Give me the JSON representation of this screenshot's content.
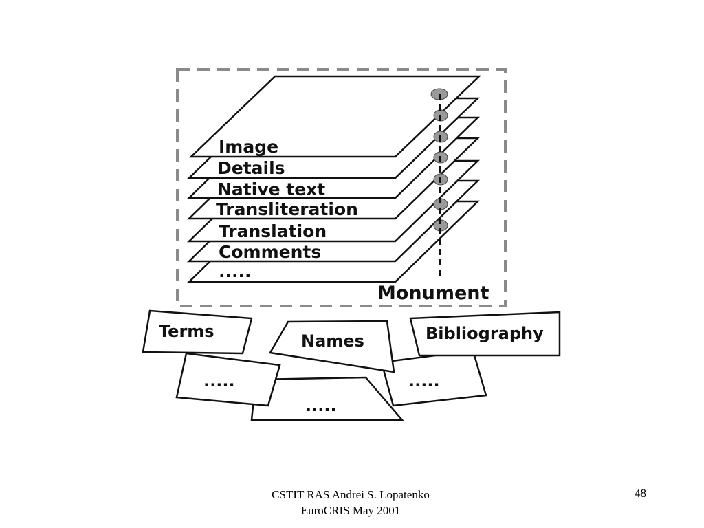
{
  "diagram": {
    "layers": [
      {
        "id": "image",
        "label": "Image"
      },
      {
        "id": "details",
        "label": "Details"
      },
      {
        "id": "native-text",
        "label": "Native text"
      },
      {
        "id": "transliteration",
        "label": "Transliteration"
      },
      {
        "id": "translation",
        "label": "Translation"
      },
      {
        "id": "comments",
        "label": "Comments"
      },
      {
        "id": "more",
        "label": "....."
      }
    ],
    "container_label": "Monument",
    "cards": [
      {
        "id": "terms",
        "label": "Terms"
      },
      {
        "id": "names",
        "label": "Names"
      },
      {
        "id": "bibliography",
        "label": "Bibliography"
      },
      {
        "id": "more-left",
        "label": "....."
      },
      {
        "id": "more-center",
        "label": "....."
      },
      {
        "id": "more-right",
        "label": "....."
      }
    ],
    "colors": {
      "stroke": "#111111",
      "dashed_border": "#8a8a8a",
      "dot_fill": "#9a9a9a"
    }
  },
  "footer": {
    "line1": "CSTIT RAS Andrei S. Lopatenko",
    "line2": "EuroCRIS May 2001",
    "page_number": "48"
  }
}
